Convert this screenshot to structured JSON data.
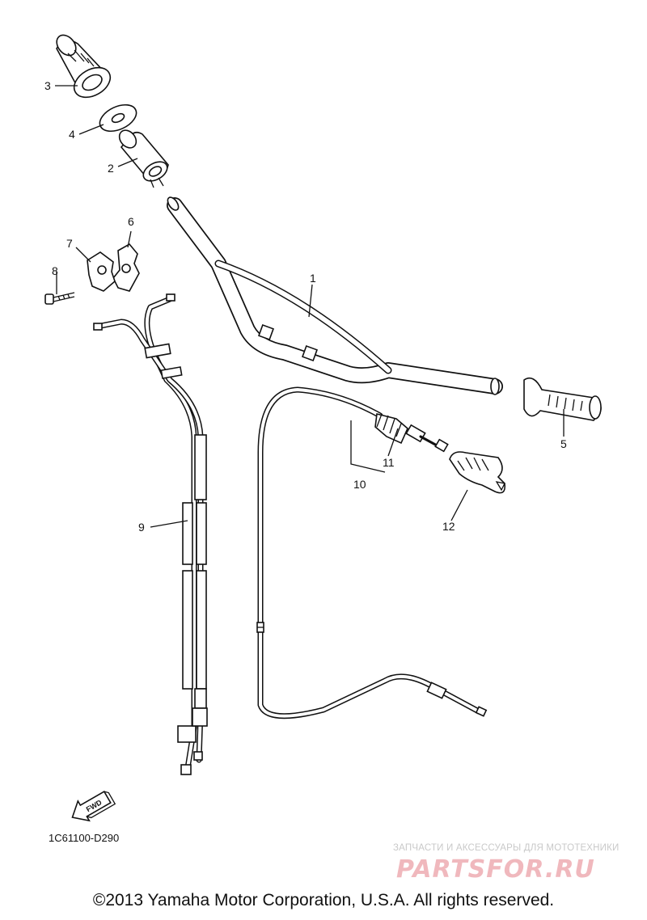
{
  "diagram_code": "1C61100-D290",
  "fwd_label": "FWD",
  "callouts": {
    "c1": "1",
    "c2": "2",
    "c3": "3",
    "c4": "4",
    "c5": "5",
    "c6": "6",
    "c7": "7",
    "c8": "8",
    "c9": "9",
    "c10": "10",
    "c11": "11",
    "c12": "12"
  },
  "watermark": {
    "tagline": "ЗАПЧАСТИ И АКСЕССУАРЫ ДЛЯ МОТОТЕХНИКИ",
    "logo": "PARTSFOR.RU"
  },
  "copyright": "©2013 Yamaha Motor Corporation, U.S.A. All rights reserved."
}
